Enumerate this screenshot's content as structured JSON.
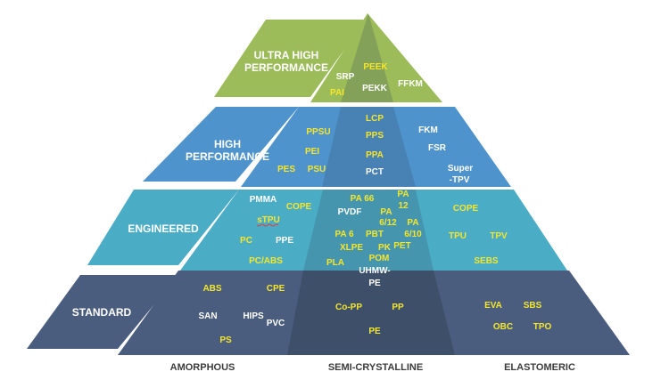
{
  "colors": {
    "ultra": "#9cbb59",
    "high": "#4f93cc",
    "engineered": "#4bacc6",
    "standard": "#4a5d7e",
    "center_overlay": "#34435a",
    "label_white": "#ffffff",
    "label_yellow": "#f5e62c",
    "base_text": "#3c3c3c"
  },
  "tiers": {
    "ultra": {
      "label_line1": "ULTRA HIGH",
      "label_line2": "PERFORMANCE"
    },
    "high": {
      "label_line1": "HIGH",
      "label_line2": "PERFORMANCE"
    },
    "engineered": {
      "label": "ENGINEERED"
    },
    "standard": {
      "label": "STANDARD"
    }
  },
  "categories": {
    "amorphous": "AMORPHOUS",
    "semi_crystalline": "SEMI-CRYSTALLINE",
    "elastomeric": "ELASTOMERIC"
  },
  "materials": {
    "srp": "SRP",
    "peek": "PEEK",
    "pai": "PAI",
    "pekk": "PEKK",
    "ffkm": "FFKM",
    "ppsu": "PPSU",
    "lcp": "LCP",
    "pei": "PEI",
    "pps": "PPS",
    "fkm": "FKM",
    "fsr": "FSR",
    "ppa": "PPA",
    "pes": "PES",
    "psu": "PSU",
    "pct": "PCT",
    "super_tpv_1": "Super",
    "super_tpv_2": "-TPV",
    "pmma": "PMMA",
    "cope_a": "COPE",
    "stpu": "sTPU",
    "pc": "PC",
    "ppe": "PPE",
    "pc_abs": "PC/ABS",
    "pa66": "PA 66",
    "pa12_1": "PA",
    "pa12_2": "12",
    "pvdf": "PVDF",
    "pa612_1": "PA",
    "pa612_2": "6/12",
    "pa610_1": "PA",
    "pa610_2": "6/10",
    "pa6": "PA 6",
    "pbt": "PBT",
    "xlpe": "XLPE",
    "pk": "PK",
    "pet": "PET",
    "pom": "POM",
    "pla": "PLA",
    "cope_b": "COPE",
    "tpu": "TPU",
    "tpv": "TPV",
    "sebs": "SEBS",
    "uhmw_1": "UHMW-",
    "uhmw_2": "PE",
    "abs": "ABS",
    "cpe": "CPE",
    "san": "SAN",
    "hips": "HIPS",
    "pvc": "PVC",
    "ps": "PS",
    "copp": "Co-PP",
    "pp": "PP",
    "pe": "PE",
    "eva": "EVA",
    "sbs": "SBS",
    "obc": "OBC",
    "tpo": "TPO"
  }
}
